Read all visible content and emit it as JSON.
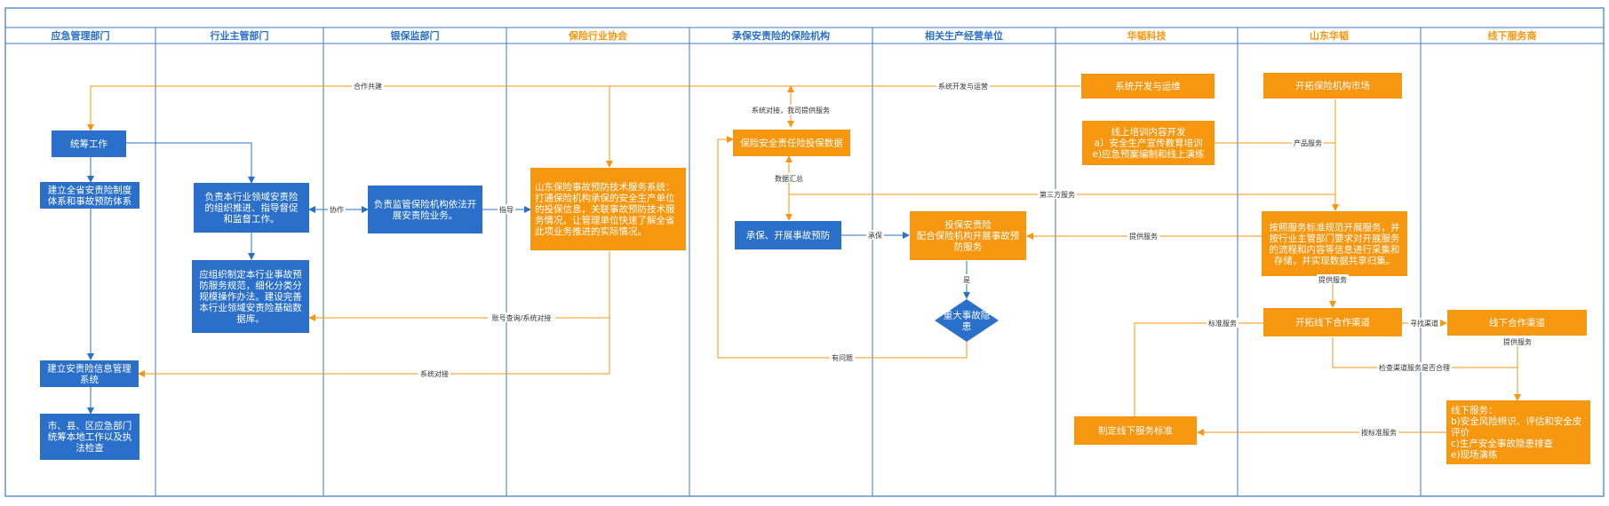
{
  "colors": {
    "blue": "#2a6fc9",
    "orange": "#f7960f",
    "frame": "#3a78c6",
    "lane_title_blue": "#2a6fc9",
    "lane_title_orange": "#f7960f"
  },
  "lanes": [
    {
      "id": "l1",
      "title": "应急管理部门",
      "color": "blue"
    },
    {
      "id": "l2",
      "title": "行业主管部门",
      "color": "blue"
    },
    {
      "id": "l3",
      "title": "银保监部门",
      "color": "blue"
    },
    {
      "id": "l4",
      "title": "保险行业协会",
      "color": "orange"
    },
    {
      "id": "l5",
      "title": "承保安责险的保险机构",
      "color": "blue"
    },
    {
      "id": "l6",
      "title": "相关生产经营单位",
      "color": "blue"
    },
    {
      "id": "l7",
      "title": "华韬科技",
      "color": "orange"
    },
    {
      "id": "l8",
      "title": "山东华韬",
      "color": "orange"
    },
    {
      "id": "l9",
      "title": "线下服务商",
      "color": "orange"
    }
  ],
  "nodes": [
    {
      "id": "n_tongchou",
      "lines": [
        "统筹工作"
      ],
      "color": "blue"
    },
    {
      "id": "n_jianli_zhidu",
      "lines": [
        "建立全省安责险制度",
        "体系和事故预防体系"
      ],
      "color": "blue"
    },
    {
      "id": "n_jianli_xinxi",
      "lines": [
        "建立安责险信息管理",
        "系统"
      ],
      "color": "blue"
    },
    {
      "id": "n_shixian",
      "lines": [
        "市、县、区应急部门",
        "统筹本地工作以及执",
        "法检查"
      ],
      "color": "blue"
    },
    {
      "id": "n_hangye_zuzhi",
      "lines": [
        "负责本行业领域安责险",
        "的组织推进、指导督促",
        "和监督工作。"
      ],
      "color": "blue"
    },
    {
      "id": "n_hangye_guifan",
      "lines": [
        "应组织制定本行业事故预",
        "防服务规范，细化分类分",
        "规模操作办法。建设完善",
        "本行业领域安责险基础数",
        "据库。"
      ],
      "color": "blue"
    },
    {
      "id": "n_yinbaojian",
      "lines": [
        "负责监管保险机构依法开",
        "展安责险业务。"
      ],
      "color": "blue"
    },
    {
      "id": "n_xiehui",
      "lines": [
        "山东保险事故预防技术服务系统：",
        "打通保险机构承保的安全生产单位",
        "的投保信息，关联事故预防技术服",
        "务情况。让管理单位快速了解全省",
        "此项业务推进的实际情况。"
      ],
      "color": "orange"
    },
    {
      "id": "n_toubao_data",
      "lines": [
        "保险安全责任险投保数据"
      ],
      "color": "orange"
    },
    {
      "id": "n_chengbao",
      "lines": [
        "承保、开展事故预防"
      ],
      "color": "blue"
    },
    {
      "id": "n_toubao_anze",
      "lines": [
        "投保安责险",
        "配合保险机构开展事故预",
        "防服务"
      ],
      "color": "orange"
    },
    {
      "id": "n_zhongda",
      "lines": [
        "重大事故隐",
        "患"
      ],
      "color": "blue"
    },
    {
      "id": "n_xitong_kaifa",
      "lines": [
        "系统开发与运维"
      ],
      "color": "orange"
    },
    {
      "id": "n_xianshang_peixun",
      "lines": [
        "线上培训内容开发",
        "a）安全生产宣传教育培训",
        "e)应急预案编制和线上演练"
      ],
      "color": "orange"
    },
    {
      "id": "n_zhiding_biaozhun",
      "lines": [
        "制定线下服务标准"
      ],
      "color": "orange"
    },
    {
      "id": "n_kaituo_shichang",
      "lines": [
        "开拓保险机构市场"
      ],
      "color": "orange"
    },
    {
      "id": "n_anzhao_fuwu",
      "lines": [
        "按照服务标准规范开展服务，并",
        "按行业主管部门要求对开展服务",
        "的流程和内容等信息进行采集和",
        "存储，并实现数据共享归集。"
      ],
      "color": "orange"
    },
    {
      "id": "n_kaituo_qudao",
      "lines": [
        "开拓线下合作渠道"
      ],
      "color": "orange"
    },
    {
      "id": "n_xianxia_qudao",
      "lines": [
        "线下合作渠道"
      ],
      "color": "orange"
    },
    {
      "id": "n_xianxia_fuwu",
      "lines": [
        "线下服务：",
        "b)安全风险辨识、评估和安全皮",
        "评价",
        "c)生产安全事故隐患排查",
        "e)现场演练"
      ],
      "color": "orange"
    }
  ],
  "edge_labels": [
    {
      "id": "e_hezuo",
      "text": "合作共建"
    },
    {
      "id": "e_xitong_kaifa",
      "text": "系统开发与运营"
    },
    {
      "id": "e_xitong_duijie_top",
      "text": "系统对接，我司提供服务"
    },
    {
      "id": "e_shuju_huizong",
      "text": "数据汇总"
    },
    {
      "id": "e_xiezuo",
      "text": "协作"
    },
    {
      "id": "e_zhidao",
      "text": "指导"
    },
    {
      "id": "e_chengbao",
      "text": "承保"
    },
    {
      "id": "e_disanfang",
      "text": "第三方服务"
    },
    {
      "id": "e_chanpin",
      "text": "产品服务"
    },
    {
      "id": "e_tigong1",
      "text": "提供服务"
    },
    {
      "id": "e_tigong2",
      "text": "提供服务"
    },
    {
      "id": "e_shi",
      "text": "是"
    },
    {
      "id": "e_zhanghao",
      "text": "账号查询/系统对接"
    },
    {
      "id": "e_biaozhun",
      "text": "标准服务"
    },
    {
      "id": "e_xunzhao",
      "text": "寻找渠道"
    },
    {
      "id": "e_tigong3",
      "text": "提供服务"
    },
    {
      "id": "e_youwenti",
      "text": "有问题"
    },
    {
      "id": "e_xitong_duijie_bottom",
      "text": "系统对接"
    },
    {
      "id": "e_jiancha",
      "text": "检查渠道服务是否合理"
    },
    {
      "id": "e_anbiaozhun",
      "text": "按标准服务"
    }
  ]
}
